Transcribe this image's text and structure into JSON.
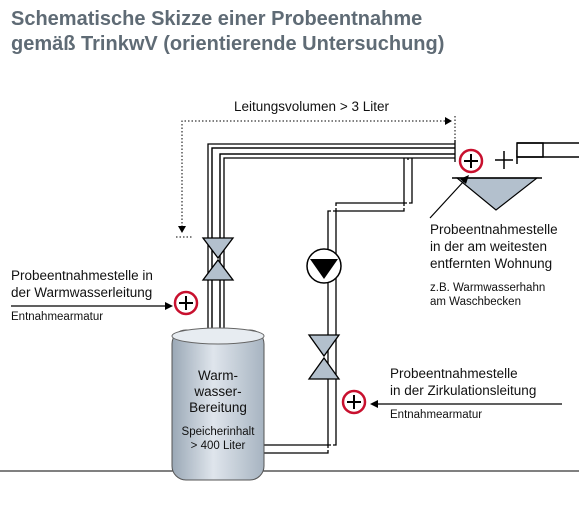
{
  "title": {
    "line1": "Schematische Skizze einer Probeentnahme",
    "line2": "gemäß TrinkwV (orientierende Untersuchung)"
  },
  "dimension_label": "Leitungsvolumen > 3 Liter",
  "tank": {
    "line1": "Warm-",
    "line2": "wasser-",
    "line3": "Bereitung",
    "line4": "Speicherinhalt",
    "line5": "> 400 Liter",
    "color": "#bcc7d3"
  },
  "labels": {
    "warm_line1": "Probeentnahmestelle in",
    "warm_line2": "der Warmwasserleitung",
    "warm_sub": "Entnahmearmatur",
    "far_line1": "Probeentnahmestelle",
    "far_line2": "in der am weitesten",
    "far_line3": "entfernten Wohnung",
    "far_sub1": "z.B. Warmwasserhahn",
    "far_sub2": "am Waschbecken",
    "circ_line1": "Probeentnahmestelle",
    "circ_line2": "in der Zirkulationsleitung",
    "circ_sub": "Entnahmearmatur"
  },
  "colors": {
    "title": "#5f6b75",
    "valve_fill": "#b3c0cd",
    "sample_marker": "#c8102e"
  },
  "icons": [
    "valve-icon",
    "pump-icon",
    "sample-point-icon",
    "sink-basin-icon",
    "faucet-icon"
  ]
}
